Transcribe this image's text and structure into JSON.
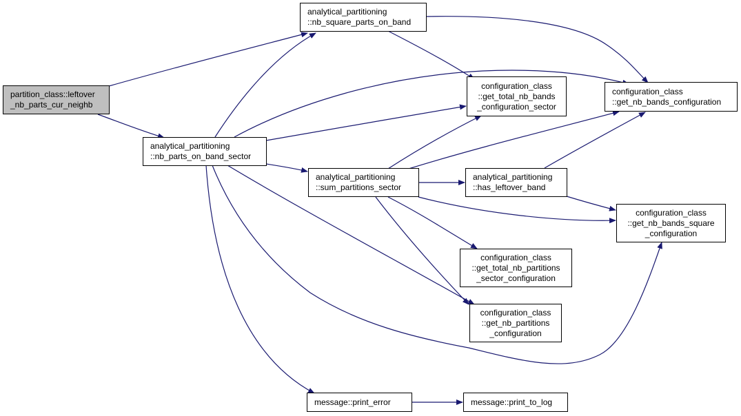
{
  "colors": {
    "edge": "#191970",
    "node_border": "#000000",
    "node_fill": "#ffffff",
    "highlight_fill": "#bfbfbf"
  },
  "nodes": {
    "leftover_nb_parts_cur_neighb": [
      "partition_class::leftover",
      "_nb_parts_cur_neighb"
    ],
    "nb_parts_on_band_sector": [
      "analytical_partitioning",
      "::nb_parts_on_band_sector"
    ],
    "nb_square_parts_on_band": [
      "analytical_partitioning",
      "::nb_square_parts_on_band"
    ],
    "sum_partitions_sector": [
      "analytical_partitioning",
      "::sum_partitions_sector"
    ],
    "get_total_nb_bands_configuration_sector": [
      "configuration_class",
      "::get_total_nb_bands",
      "_configuration_sector"
    ],
    "get_nb_bands_configuration": [
      "configuration_class",
      "::get_nb_bands_configuration"
    ],
    "has_leftover_band": [
      "analytical_partitioning",
      "::has_leftover_band"
    ],
    "get_nb_bands_square_configuration": [
      "configuration_class",
      "::get_nb_bands_square",
      "_configuration"
    ],
    "get_total_nb_partitions_sector_configuration": [
      "configuration_class",
      "::get_total_nb_partitions",
      "_sector_configuration"
    ],
    "get_nb_partitions_configuration": [
      "configuration_class",
      "::get_nb_partitions",
      "_configuration"
    ],
    "print_error": [
      "message::print_error"
    ],
    "print_to_log": [
      "message::print_to_log"
    ]
  }
}
